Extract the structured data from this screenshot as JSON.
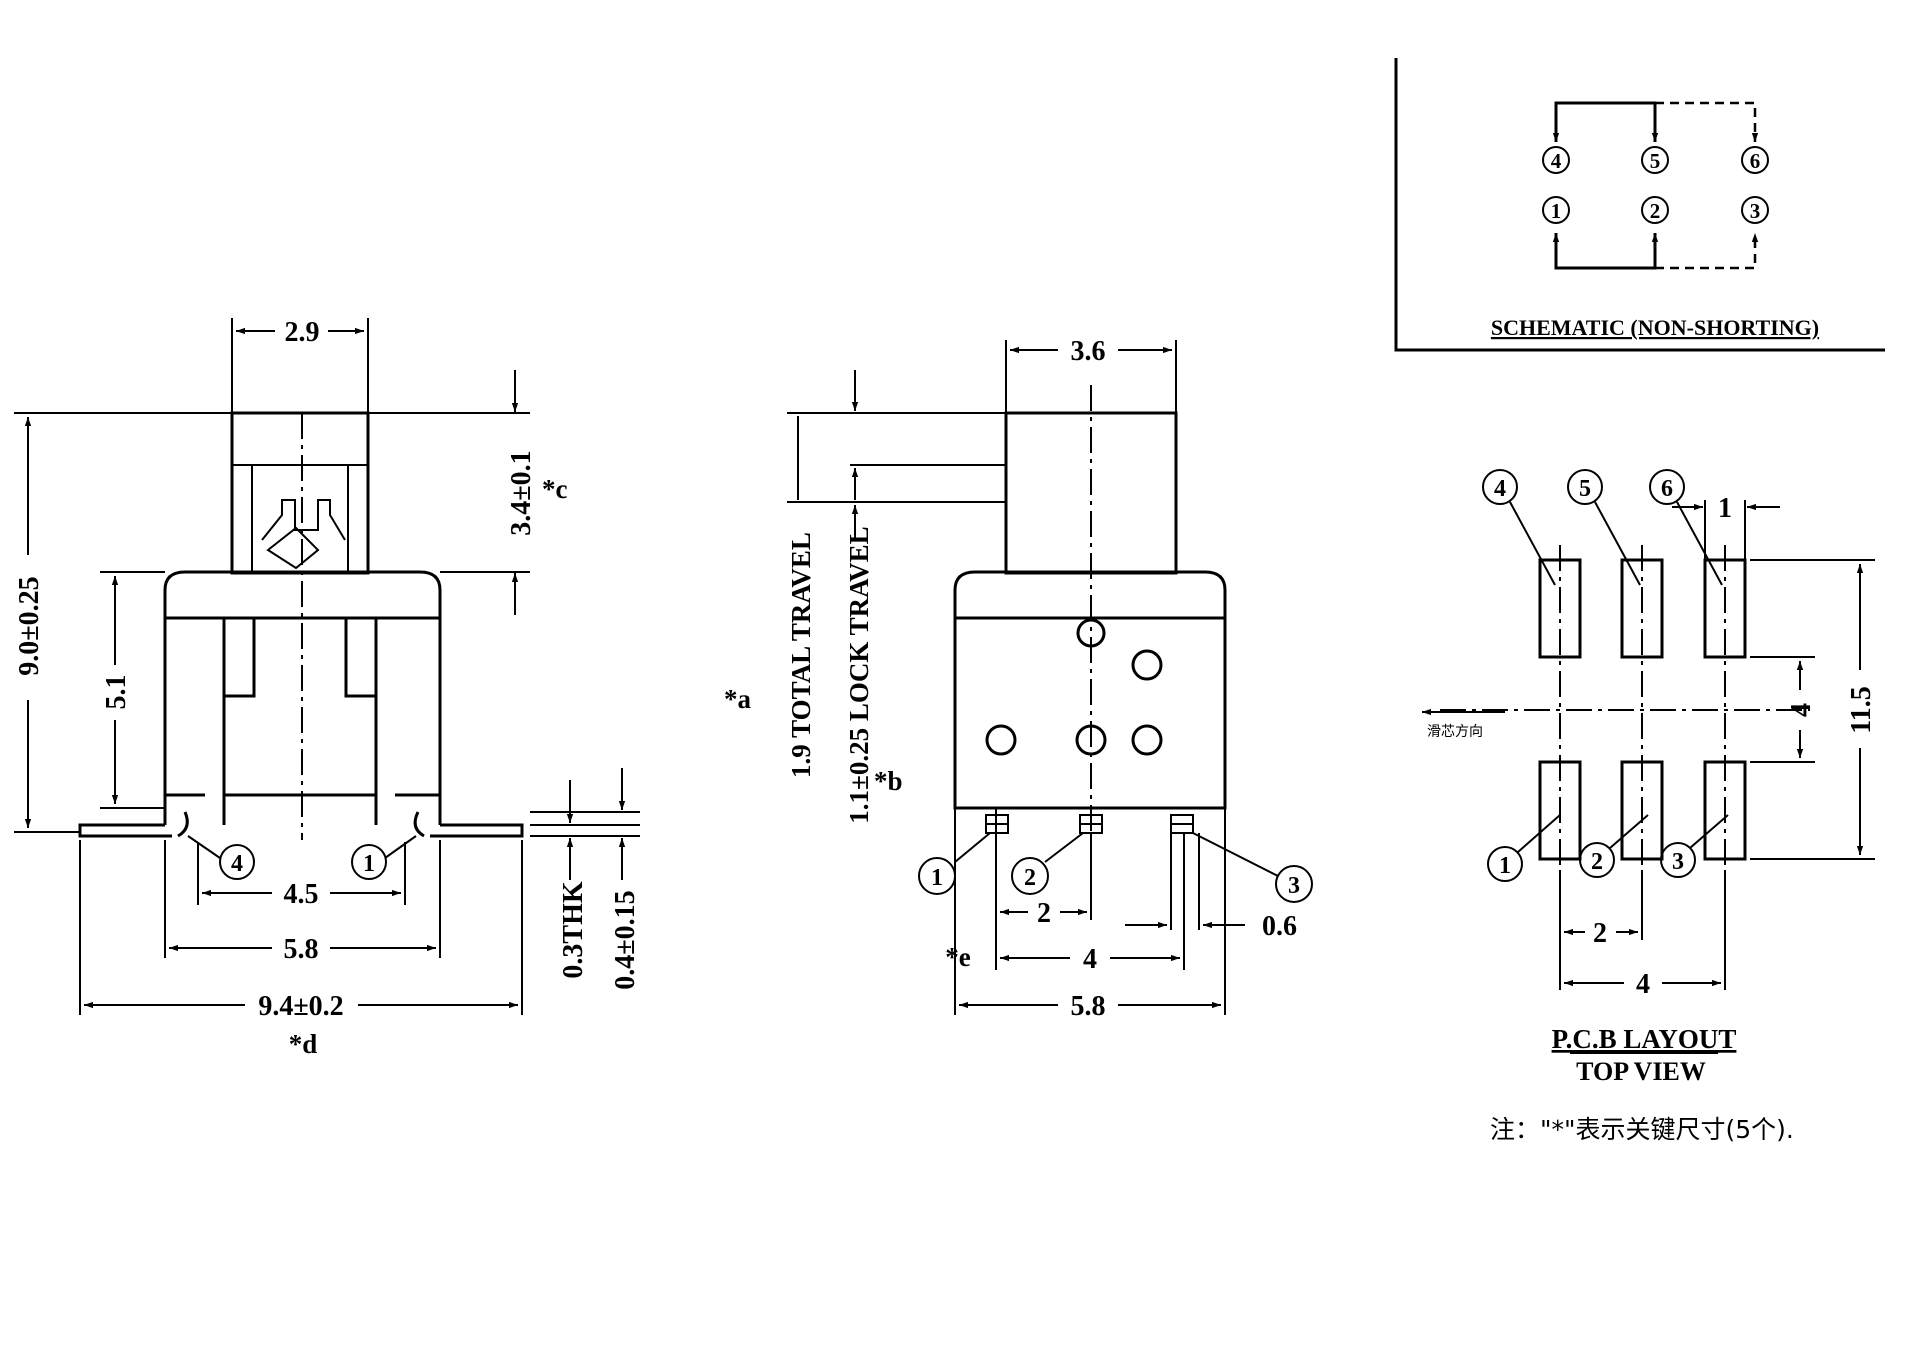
{
  "front_view": {
    "dim_top_width": "2.9",
    "dim_actuator_height": "3.4±0.1",
    "note_c": "*c",
    "dim_total_height": "9.0±0.25",
    "dim_body_height": "5.1",
    "pin_left": "4",
    "pin_right": "1",
    "dim_pin_pitch": "4.5",
    "dim_body_width": "5.8",
    "dim_overall_width": "9.4±0.2",
    "note_d": "*d",
    "dim_terminal_thk": "0.3THK",
    "dim_terminal_height": "0.4±0.15"
  },
  "side_view": {
    "dim_actuator_width": "3.6",
    "note_a": "*a",
    "total_travel": "1.9 TOTAL TRAVEL",
    "lock_travel": "1.1±0.25 LOCK TRAVEL",
    "note_b": "*b",
    "pin_1": "1",
    "pin_2": "2",
    "pin_3": "3",
    "dim_pitch": "2",
    "dim_span": "4",
    "note_e": "*e",
    "dim_pin_width": "0.6",
    "dim_body_width": "5.8"
  },
  "schematic": {
    "pins_top": [
      "4",
      "5",
      "6"
    ],
    "pins_bottom": [
      "1",
      "2",
      "3"
    ],
    "title": "SCHEMATIC (NON-SHORTING)"
  },
  "pcb_layout": {
    "pins_top": [
      "4",
      "5",
      "6"
    ],
    "pins_bottom": [
      "1",
      "2",
      "3"
    ],
    "dim_pad_width": "1",
    "dim_row_gap": "4",
    "dim_row_span": "11.5",
    "direction_label": "滑芯方向",
    "dim_pitch": "2",
    "dim_span": "4",
    "title_line1": "P.C.B LAYOUT",
    "title_line2": "TOP VIEW"
  },
  "note": "注：\"*\"表示关键尺寸(5个)."
}
